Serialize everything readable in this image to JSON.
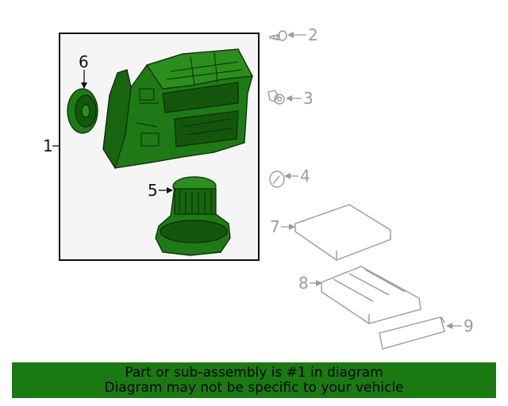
{
  "callouts": {
    "c1": "1",
    "c2": "2",
    "c3": "3",
    "c4": "4",
    "c5": "5",
    "c6": "6",
    "c7": "7",
    "c8": "8",
    "c9": "9"
  },
  "footer": {
    "line1": "Part or sub-assembly is #1 in diagram",
    "line2": "Diagram may not be specific to your vehicle"
  },
  "colors": {
    "highlight": "#1a7a12",
    "part_grey": "#9a9a9a",
    "box_bg": "#f5f5f5"
  }
}
